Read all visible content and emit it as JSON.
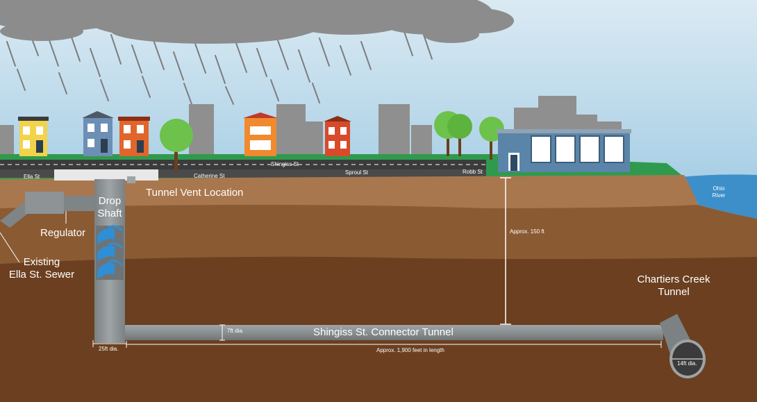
{
  "colors": {
    "sky_top": "#cfe3ee",
    "sky_bottom": "#a9cde2",
    "cloud": "#8c8c8c",
    "grass": "#2f9a4e",
    "road": "#3b3b3b",
    "ground_top": "#a9774e",
    "ground_mid": "#8a5a33",
    "ground_deep": "#6b3f1f",
    "river": "#3d8fc9",
    "pipe": "#8e9396",
    "water": "#2e8fd6"
  },
  "streets": {
    "ella": "Ella St",
    "catherine": "Catherine St",
    "shingiss": "Shingiss St",
    "sproul": "Sproul St",
    "robb": "Robb St"
  },
  "labels": {
    "tunnel_vent": "Tunnel Vent Location",
    "drop_shaft_line1": "Drop",
    "drop_shaft_line2": "Shaft",
    "regulator": "Regulator",
    "existing_sewer_line1": "Existing",
    "existing_sewer_line2": "Ella St. Sewer",
    "river_line1": "Ohio",
    "river_line2": "River",
    "depth": "Approx. 150 ft",
    "creek_tunnel_line1": "Chartiers Creek",
    "creek_tunnel_line2": "Tunnel",
    "connector_tunnel": "Shingiss St. Connector Tunnel",
    "connector_dia": "7ft dia.",
    "shaft_dia": "25ft dia.",
    "length": "Approx. 1,900 feet in length",
    "creek_dia": "14ft dia."
  }
}
